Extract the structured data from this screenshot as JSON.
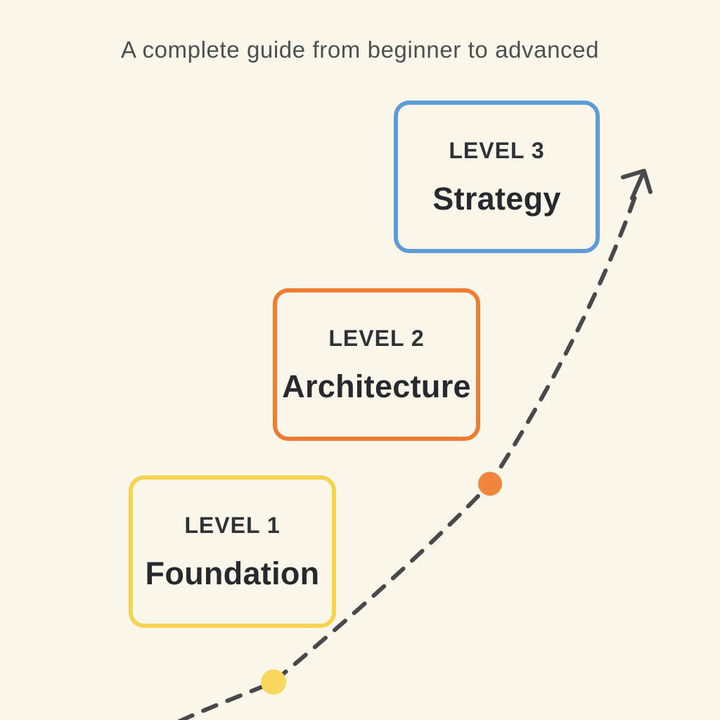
{
  "title": "A complete guide from beginner to advanced",
  "colors": {
    "background": "#FAF7EA",
    "curve": "#48494B",
    "title_text": "#4B5052",
    "label_text": "#2E3236",
    "name_text": "#26292D"
  },
  "levels": [
    {
      "label": "LEVEL 1",
      "name": "Foundation",
      "accent": "#F7D44F",
      "dot": "#F8D75A"
    },
    {
      "label": "LEVEL 2",
      "name": "Architecture",
      "accent": "#EE7D33",
      "dot": "#F0853E"
    },
    {
      "label": "LEVEL 3",
      "name": "Strategy",
      "accent": "#5E9CD9"
    }
  ],
  "icons": {
    "arrow": "up-right-arrow"
  }
}
